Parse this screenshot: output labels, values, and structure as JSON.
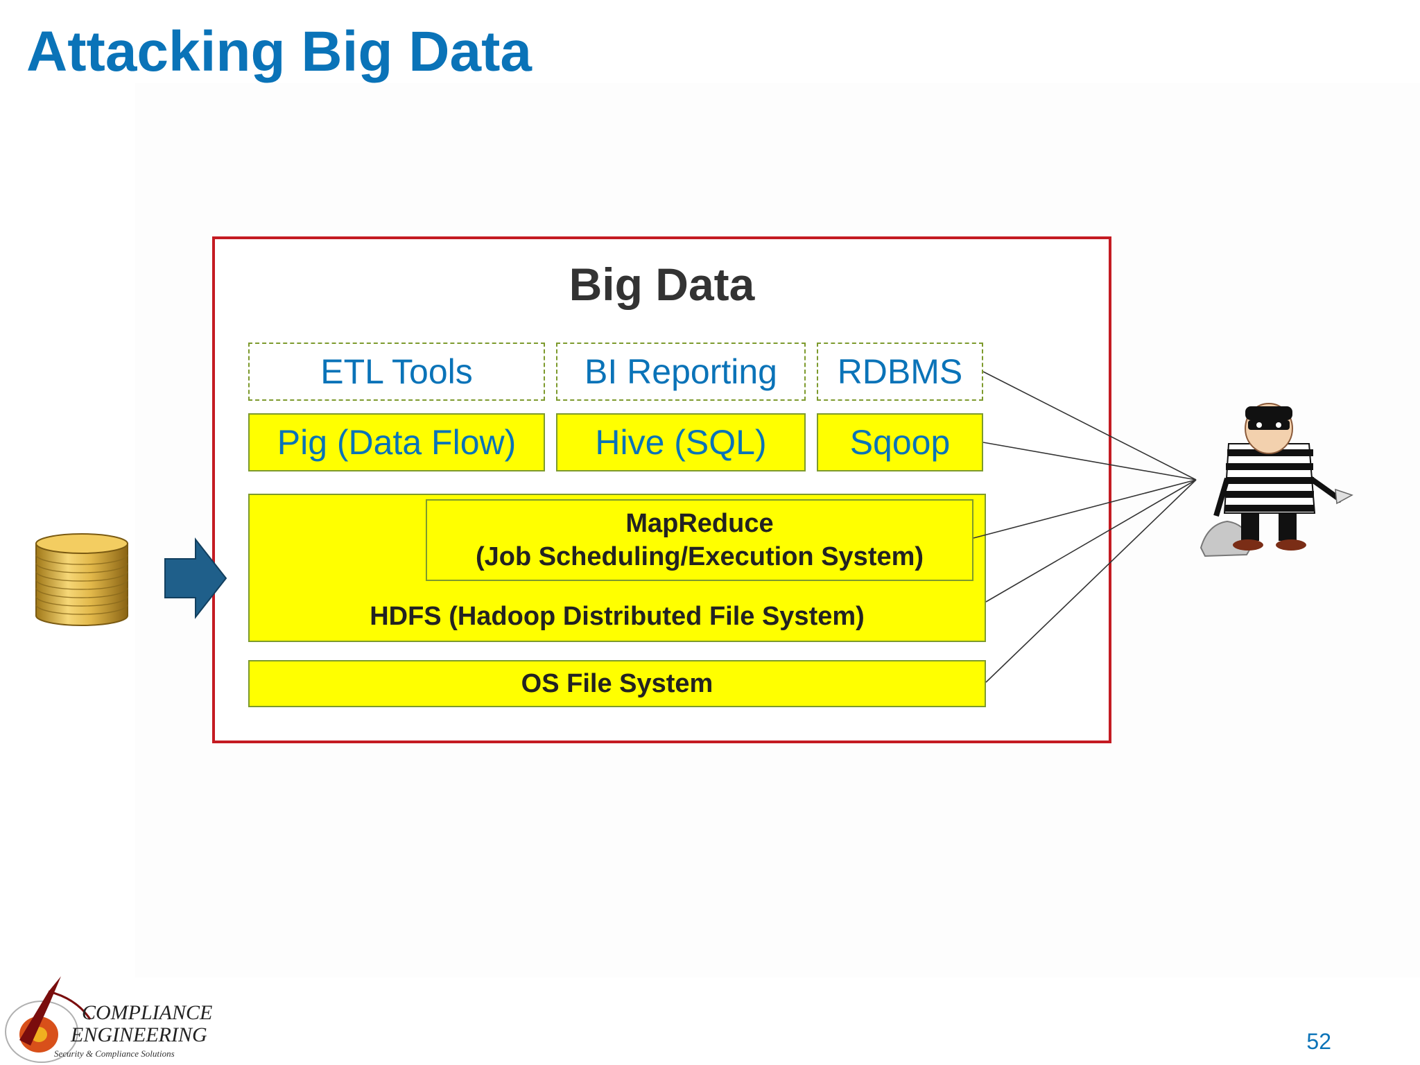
{
  "slide": {
    "title": "Attacking Big Data",
    "page_number": "52"
  },
  "diagram": {
    "frame_title": "Big Data",
    "top_row": [
      "ETL Tools",
      "BI Reporting",
      "RDBMS"
    ],
    "middle_row": [
      "Pig (Data Flow)",
      "Hive (SQL)",
      "Sqoop"
    ],
    "mapreduce": {
      "line1": "MapReduce",
      "line2": "(Job Scheduling/Execution System)"
    },
    "hdfs_label": "HDFS (Hadoop Distributed File System)",
    "os_label": "OS File System"
  },
  "logo": {
    "line1": "COMPLIANCE",
    "line2": "ENGINEERING",
    "line3": "Security & Compliance Solutions"
  },
  "colors": {
    "title_blue": "#0a73b8",
    "frame_red": "#c41b22",
    "layer_yellow": "#ffff00",
    "border_green": "#7d9a2d",
    "arrow_blue": "#1f5f8a"
  }
}
